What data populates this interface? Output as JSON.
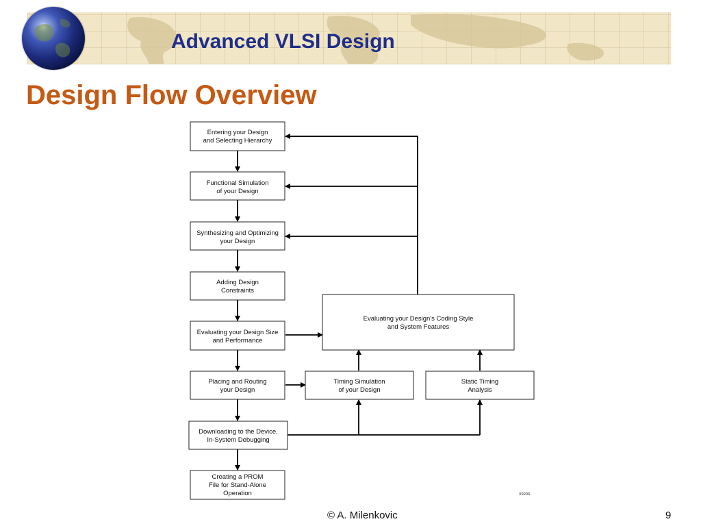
{
  "header": {
    "course_title": "Advanced VLSI Design",
    "globe_icon": "globe-icon",
    "banner_image": "world-map-banner"
  },
  "slide": {
    "title": "Design Flow Overview"
  },
  "diagram": {
    "boxes": [
      {
        "name": "box-entering-design",
        "lines": [
          "Entering your Design",
          "and Selecting Hierarchy"
        ]
      },
      {
        "name": "box-functional-simulation",
        "lines": [
          "Functional Simulation",
          "of your Design"
        ]
      },
      {
        "name": "box-synthesizing",
        "lines": [
          "Synthesizing and Optimizing",
          "your Design"
        ]
      },
      {
        "name": "box-adding-constraints",
        "lines": [
          "Adding Design",
          "Constraints"
        ]
      },
      {
        "name": "box-evaluating-size",
        "lines": [
          "Evaluating your Design Size",
          "and Performance"
        ]
      },
      {
        "name": "box-placing-routing",
        "lines": [
          "Placing and Routing",
          "your Design"
        ]
      },
      {
        "name": "box-downloading",
        "lines": [
          "Downloading to the Device,",
          "In-System Debugging"
        ]
      },
      {
        "name": "box-creating-prom",
        "lines": [
          "Creating a PROM",
          "File for Stand-Alone",
          "Operation"
        ]
      },
      {
        "name": "box-coding-style",
        "lines": [
          "Evaluating your Design's Coding Style",
          "and System Features"
        ]
      },
      {
        "name": "box-timing-simulation",
        "lines": [
          "Timing Simulation",
          "of your Design"
        ]
      },
      {
        "name": "box-static-timing",
        "lines": [
          "Static Timing",
          "Analysis"
        ]
      }
    ],
    "figure_code": "X9203"
  },
  "footer": {
    "credit": "© A. Milenkovic",
    "page_number": "9"
  }
}
